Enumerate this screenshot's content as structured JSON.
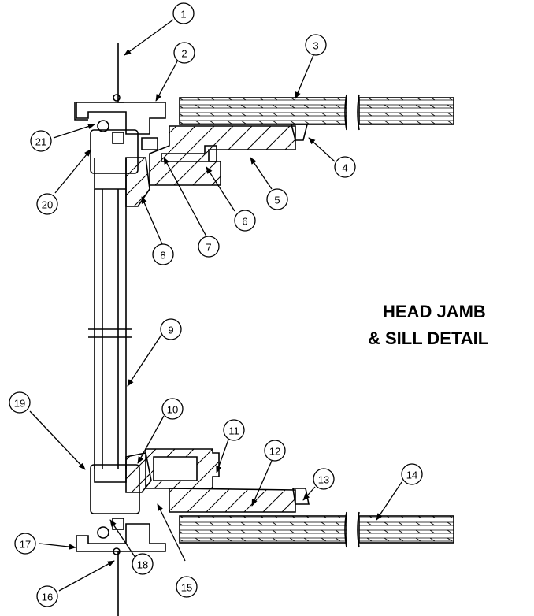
{
  "title": [
    "HEAD JAMB",
    "& SILL DETAIL"
  ],
  "callouts": [
    "1",
    "2",
    "3",
    "4",
    "5",
    "6",
    "7",
    "8",
    "9",
    "10",
    "11",
    "12",
    "13",
    "14",
    "15",
    "16",
    "17",
    "18",
    "19",
    "20",
    "21"
  ]
}
